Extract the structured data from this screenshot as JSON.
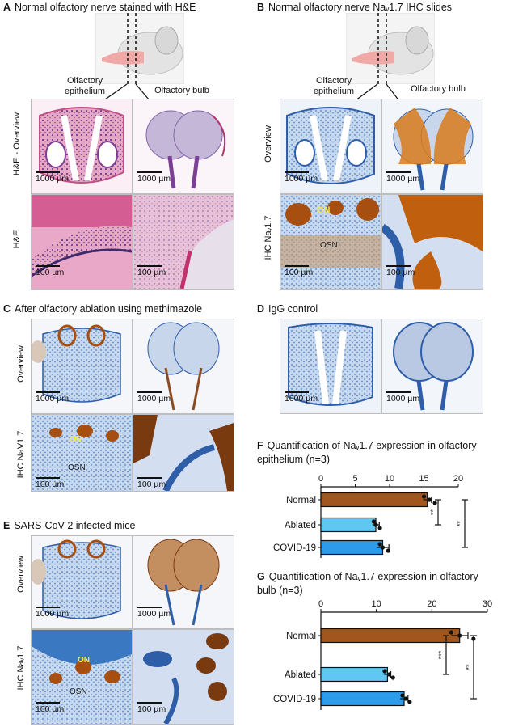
{
  "panels": {
    "a": {
      "letter": "A",
      "title": "Normal olfactory nerve stained with H&E",
      "col1": "Olfactory epithelium",
      "col2": "Olfactory bulb",
      "row1": "H&E - Overview",
      "row2": "H&E",
      "scale1": "1000 µm",
      "scale2": "1000 µm",
      "scale3": "100 µm",
      "scale4": "100 µm"
    },
    "b": {
      "letter": "B",
      "title": "Normal olfactory nerve Naᵥ1.7 IHC slides",
      "col1": "Olfactory epithelium",
      "col2": "Olfactory bulb",
      "row1": "Overview",
      "row2": "IHC Naᵥ1.7",
      "scale1": "1000 µm",
      "scale2": "1000 µm",
      "scale3": "100 µm",
      "scale4": "100 µm",
      "on": "ON",
      "osn": "OSN"
    },
    "c": {
      "letter": "C",
      "title": "After olfactory ablation using methimazole",
      "row1": "Overview",
      "row2": "IHC NaV1.7",
      "scale1": "1000 µm",
      "scale2": "1000 µm",
      "scale3": "100 µm",
      "scale4": "100 µm",
      "on": "ON",
      "osn": "OSN"
    },
    "d": {
      "letter": "D",
      "title": "IgG control",
      "scale1": "1000 µm",
      "scale2": "1000 µm"
    },
    "e": {
      "letter": "E",
      "title": "SARS-CoV-2 infected mice",
      "row1": "Overview",
      "row2": "IHC Naᵥ1.7",
      "scale1": "1000 µm",
      "scale2": "1000 µm",
      "scale3": "100 µm",
      "scale4": "100 µm",
      "on": "ON",
      "osn": "OSN"
    },
    "f": {
      "letter": "F",
      "title_line1": "Quantification of Naᵥ1.7 expression in olfactory",
      "title_line2": "epithelium (n=3)"
    },
    "g": {
      "letter": "G",
      "title_line1": "Quantification of Naᵥ1.7 expression in olfactory",
      "title_line2": "bulb (n=3)"
    }
  },
  "colors": {
    "normal": "#a0561c",
    "ablated": "#5fc7f2",
    "covid": "#2b9bea",
    "he_pink": "#d9769f",
    "ihc_blue": "#4a7cc0",
    "ihc_brown": "#b05a12"
  },
  "chart_data": [
    {
      "type": "bar",
      "orientation": "horizontal",
      "categories": [
        "Normal",
        "Ablated",
        "COVID-19"
      ],
      "values": [
        15.5,
        8,
        9
      ],
      "errors": [
        0.6,
        0.5,
        0.9
      ],
      "points": [
        [
          15.0,
          15.8,
          16.6
        ],
        [
          7.7,
          8.0,
          8.6
        ],
        [
          8.6,
          9.0,
          9.8
        ]
      ],
      "xlim": [
        0,
        20
      ],
      "ticks": [
        "0",
        "5",
        "10",
        "15",
        "20"
      ],
      "significance": [
        "**",
        "**"
      ],
      "colors": [
        "#a0561c",
        "#5fc7f2",
        "#2b9bea"
      ]
    },
    {
      "type": "bar",
      "orientation": "horizontal",
      "categories": [
        "Normal",
        "Ablated",
        "COVID-19"
      ],
      "values": [
        25,
        12,
        15
      ],
      "errors": [
        1.5,
        0.6,
        0.7
      ],
      "points": [
        [
          23.5,
          25.0,
          27.5
        ],
        [
          11.5,
          12.3,
          13.0
        ],
        [
          14.7,
          15.3,
          16.0
        ]
      ],
      "xlim": [
        0,
        30
      ],
      "ticks": [
        "0",
        "10",
        "20",
        "30"
      ],
      "significance": [
        "***",
        "**"
      ],
      "colors": [
        "#a0561c",
        "#5fc7f2",
        "#2b9bea"
      ]
    }
  ]
}
